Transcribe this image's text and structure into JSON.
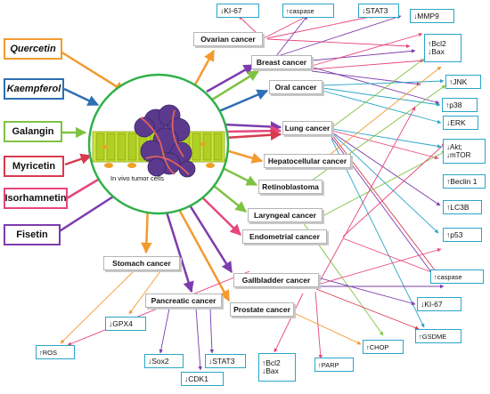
{
  "flavonoids": [
    {
      "label": "Quercetin",
      "color": "#f39a2e",
      "italic": true
    },
    {
      "label": "Kaempferol",
      "color": "#2e6fb5",
      "italic": true
    },
    {
      "label": "Galangin",
      "color": "#7fc242",
      "italic": false
    },
    {
      "label": "Myricetin",
      "color": "#d83a4e",
      "italic": false
    },
    {
      "label": "Isorhamnetin",
      "color": "#e8457c",
      "italic": false
    },
    {
      "label": "Fisetin",
      "color": "#7d3cae",
      "italic": false
    }
  ],
  "center_caption": "In vivo tumor cells",
  "cancers": {
    "ovarian": "Ovarian cancer",
    "breast": "Breast cancer",
    "oral": "Oral cancer",
    "lung": "Lung cancer",
    "hepatocellular": "Hepatocellular cancer",
    "retinoblastoma": "Retinoblastoma",
    "laryngeal": "Laryngeal cancer",
    "endometrial": "Endometrial cancer",
    "gallbladder": "Gallbladder cancer",
    "stomach": "Stomach  cancer",
    "pancreatic": "Pancreatic cancer",
    "prostate": "Prostate cancer"
  },
  "markers": {
    "ki67_top": "↓KI-67",
    "caspase_top": "↑caspase",
    "stat3_top": "↓STAT3",
    "mmp9": "↓MMP9",
    "bcl2_bax_right_1": "↑Bcl2",
    "bcl2_bax_right_2": "↓Bax",
    "jnk": "↑JNK",
    "p38": "↑p38",
    "erk": "↓ERK",
    "akt_mtor_1": "↓Akt;",
    "akt_mtor_2": "↓mTOR",
    "beclin1": "↑Beclin 1",
    "lc3b": "↑LC3B",
    "p53": "↑p53",
    "caspase_right": "↑caspase",
    "ki67_right": "↓KI-67",
    "gsdme": "↑GSDME",
    "chop": "↑CHOP",
    "parp": "↑PARP",
    "bcl2_bax_bottom_1": "↑Bcl2",
    "bcl2_bax_bottom_2": "↓Bax",
    "stat3_bottom": "↓STAT3",
    "cdk1": "↓CDK1",
    "sox2": "↓Sox2",
    "gpx4": "↓GPX4",
    "ros": "↑ROS"
  }
}
